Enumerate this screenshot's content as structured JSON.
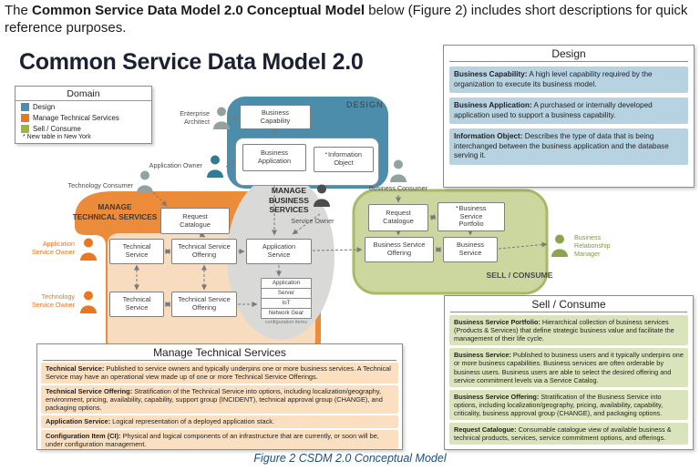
{
  "intro": {
    "prefix": "The ",
    "bold": "Common Service Data Model 2.0 Conceptual Model",
    "suffix": " below (Figure 2) includes short descriptions for quick reference purposes."
  },
  "caption": "Figure 2 CSDM 2.0 Conceptual Model",
  "diagram": {
    "title": "Common Service Data Model 2.0",
    "legend": {
      "title": "Domain",
      "items": [
        {
          "label": "Design",
          "color": "#4b8dab"
        },
        {
          "label": "Manage Technical Services",
          "color": "#e87722"
        },
        {
          "label": "Sell / Consume",
          "color": "#a3b23c"
        }
      ],
      "note": "* New table in New York"
    },
    "regions": {
      "design": "DESIGN",
      "manage_technical_lines": [
        "MANAGE",
        "TECHNICAL SERVICES"
      ],
      "manage_business_lines": [
        "MANAGE",
        "BUSINESS",
        "SERVICES"
      ],
      "sell_consume": "SELL / CONSUME"
    },
    "actors": {
      "enterprise_architect": "Enterprise Architect",
      "application_owner": "Application Owner",
      "technology_consumer": "Technology Consumer",
      "business_consumer": "Business Consumer",
      "service_owner": "Service Owner",
      "application_service_owner": "Application Service Owner",
      "technology_service_owner": "Technology Service Owner",
      "business_relationship_manager": "Business Relationship Manager"
    },
    "nodes": {
      "business_capability": "Business Capability",
      "business_application": "Business Application",
      "information_object": "Information Object",
      "new_table_marker": "▪",
      "request_catalogue_left": "Request Catalogue",
      "technical_service_1": "Technical Service",
      "technical_service_offering_1": "Technical Service Offering",
      "technical_service_2": "Technical Service",
      "technical_service_offering_2": "Technical Service Offering",
      "application_service": "Application Service",
      "ci_stack": {
        "rows": [
          "Application",
          "Server",
          "IoT",
          "Network Gear"
        ],
        "caption": "configuration items"
      },
      "request_catalogue_right": "Request Catalogue",
      "business_service_portfolio": "Business Service Portfolio",
      "business_service_offering": "Business Service Offering",
      "business_service": "Business Service"
    }
  },
  "panels": {
    "design": {
      "title": "Design",
      "items": [
        {
          "term": "Business Capability:",
          "desc": "A high level capability required by the organization to execute its business model."
        },
        {
          "term": "Business Application:",
          "desc": "A purchased or internally developed application used to support a business capability."
        },
        {
          "term": "Information Object:",
          "desc": "Describes the type of data that is being interchanged between the business application and the database serving it."
        }
      ]
    },
    "manage_technical": {
      "title": "Manage Technical Services",
      "items": [
        {
          "term": "Technical Service:",
          "desc": "Published to service owners and typically underpins one or more business services. A Technical Service may have an operational view made up of one or more Technical Service Offerings."
        },
        {
          "term": "Technical Service Offering:",
          "desc": "Stratification of the Technical Service into options, including localization/geography, environment, pricing, availability, capability, support group (INCIDENT), technical approval group (CHANGE), and packaging options."
        },
        {
          "term": "Application Service:",
          "desc": "Logical representation of a deployed application stack."
        },
        {
          "term": "Configuration Item (CI):",
          "desc": "Physical and logical components of an infrastructure that are currently, or soon will be, under configuration management."
        }
      ]
    },
    "sell_consume": {
      "title": "Sell / Consume",
      "items": [
        {
          "term": "Business Service Portfolio:",
          "desc": "Hierarchical collection of business services (Products & Services) that define strategic business value and facilitate the management of their life cycle."
        },
        {
          "term": "Business Service:",
          "desc": "Published to business users and it typically underpins one or more business capabilities. Business services are often orderable by business users. Business users are able to select the desired offering and service commitment levels via a Service Catalog."
        },
        {
          "term": "Business Service Offering:",
          "desc": "Stratification of the Business Service into options, including localization/geography, pricing, availability, capability, criticality, business approval group (CHANGE), and packaging options."
        },
        {
          "term": "Request Catalogue:",
          "desc": "Consumable catalogue view of available business & technical products, services, service commitment options, and offerings."
        }
      ]
    }
  }
}
